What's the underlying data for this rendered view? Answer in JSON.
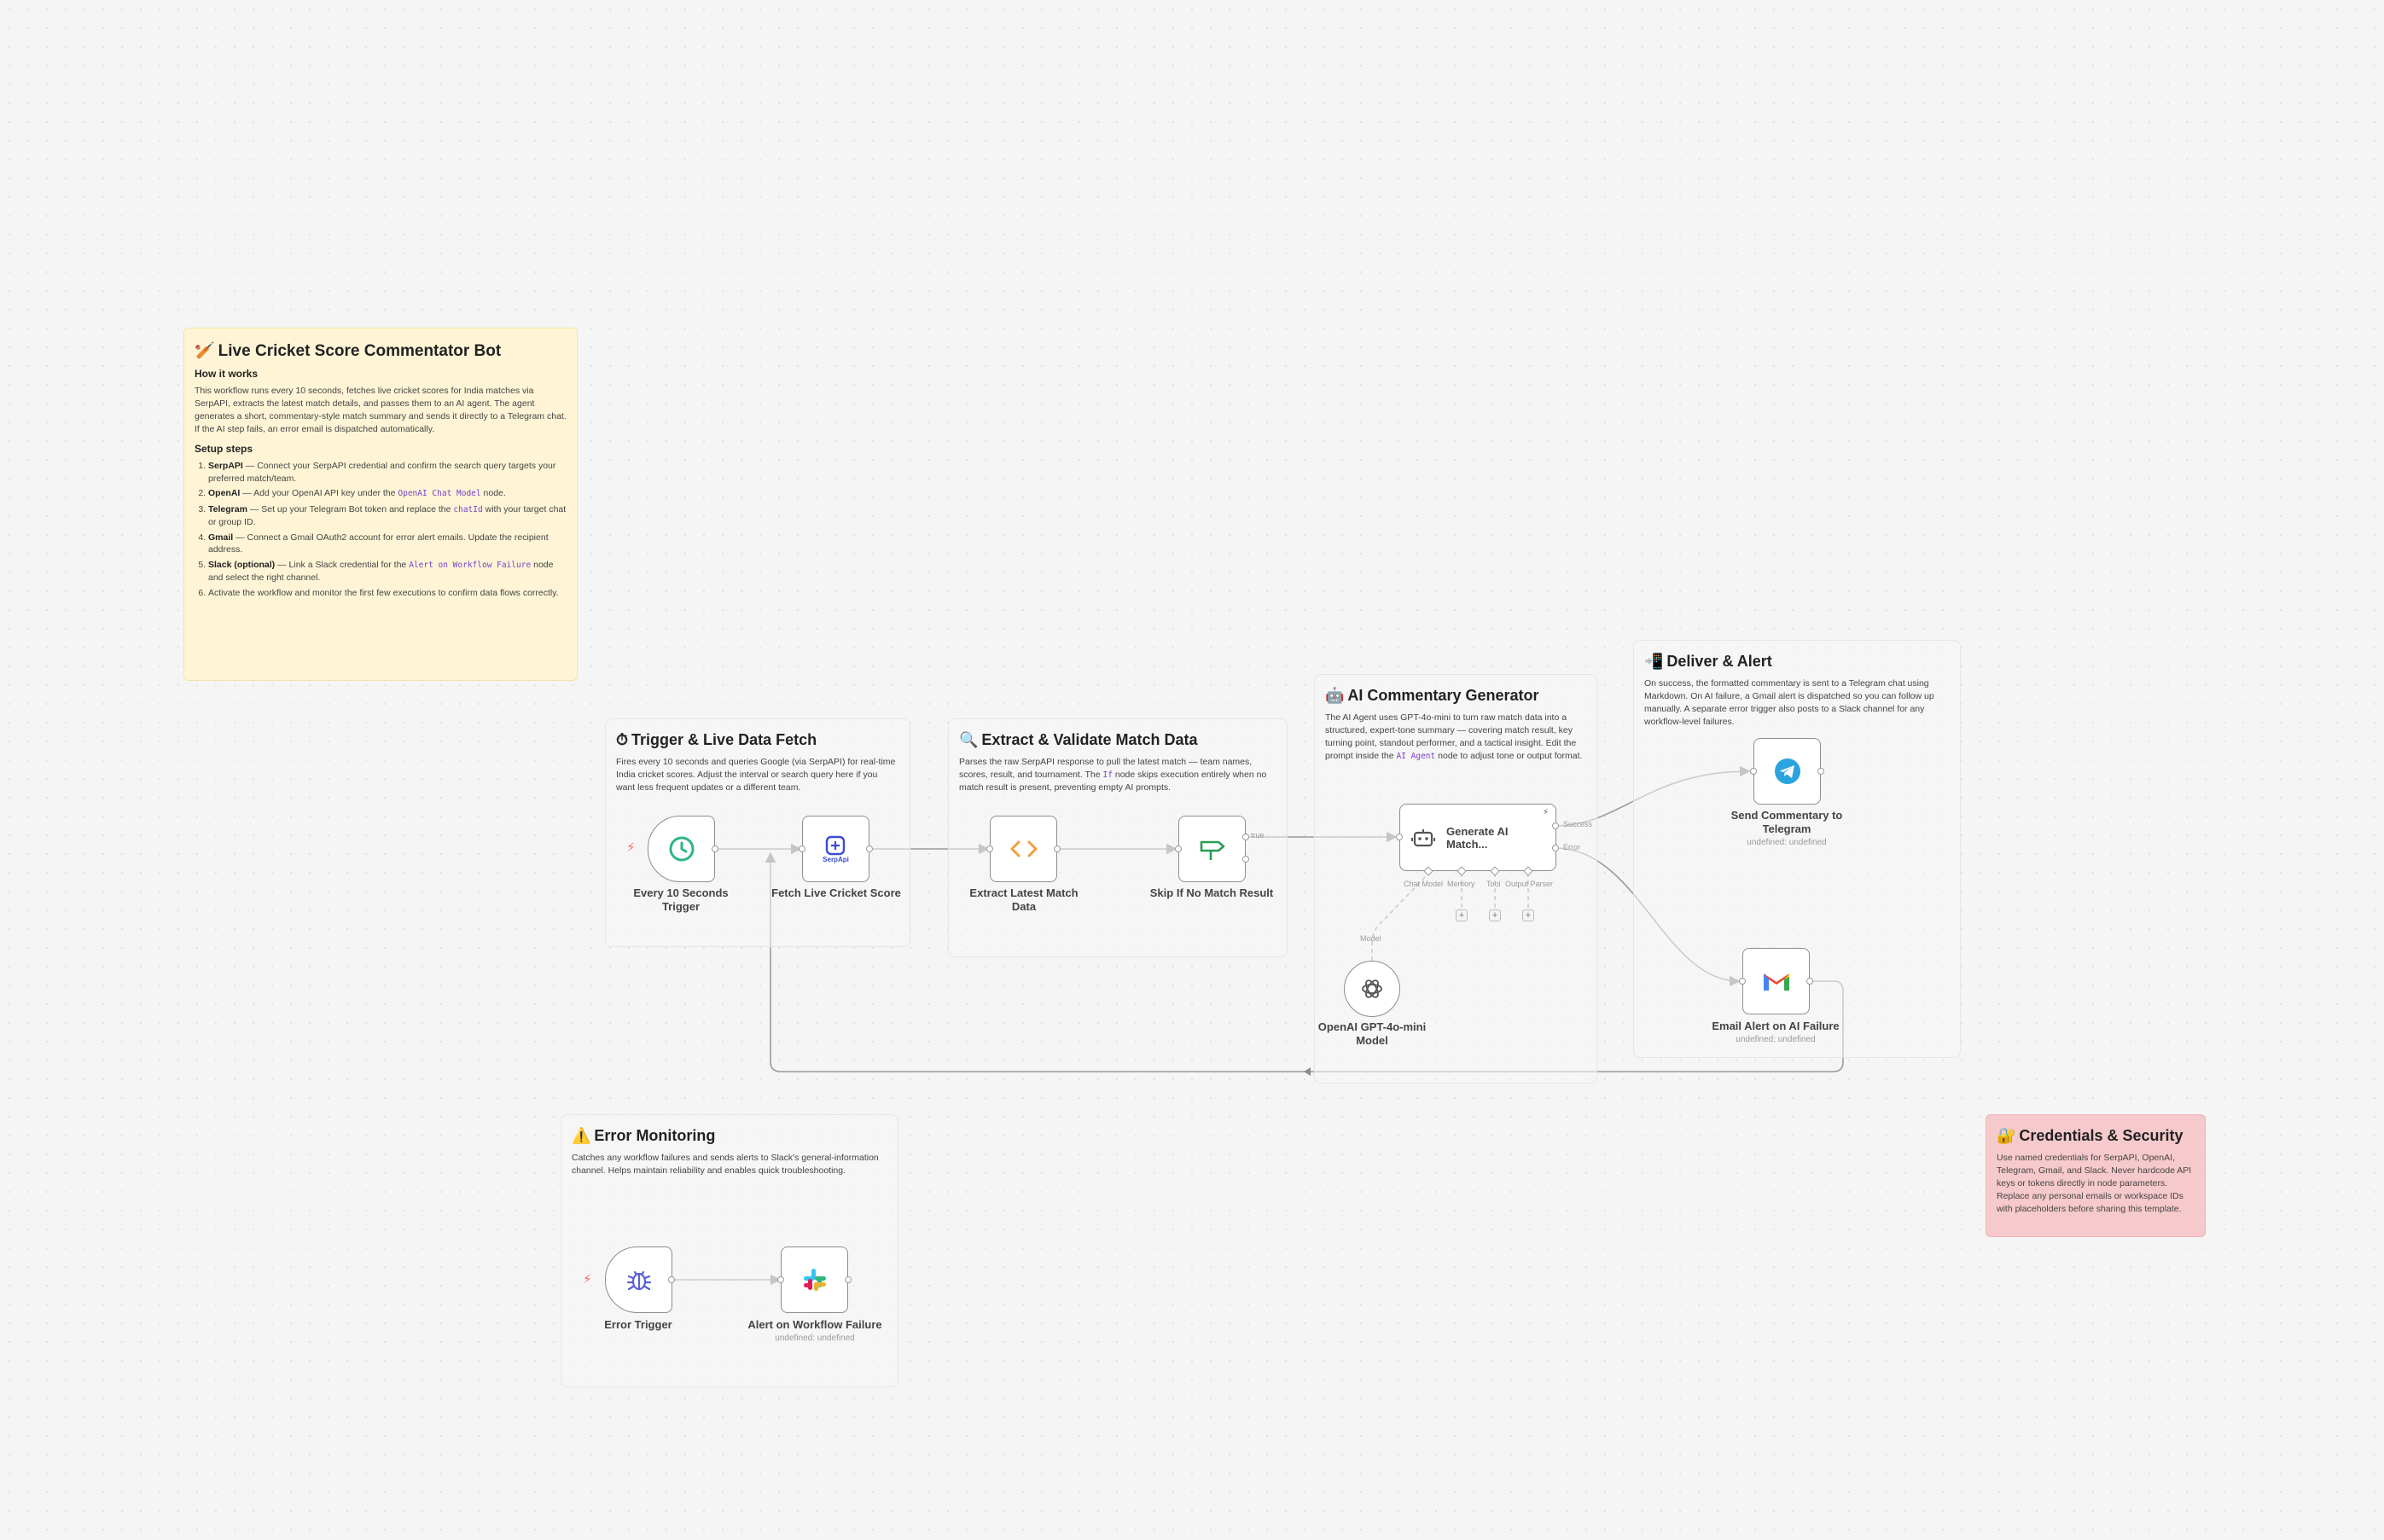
{
  "main_note": {
    "title": "Live Cricket Score Commentator Bot",
    "how_title": "How it works",
    "how_text": "This workflow runs every 10 seconds, fetches live cricket scores for India matches via SerpAPI, extracts the latest match details, and passes them to an AI agent. The agent generates a short, commentary-style match summary and sends it directly to a Telegram chat. If the AI step fails, an error email is dispatched automatically.",
    "setup_title": "Setup steps",
    "steps": [
      {
        "bold": "SerpAPI",
        "text": " — Connect your SerpAPI credential and confirm the search query targets your preferred match/team.",
        "code": "",
        "after": ""
      },
      {
        "bold": "OpenAI",
        "text": " — Add your OpenAI API key under the ",
        "code": "OpenAI Chat Model",
        "after": " node."
      },
      {
        "bold": "Telegram",
        "text": " — Set up your Telegram Bot token and replace the ",
        "code": "chatId",
        "after": " with your target chat or group ID."
      },
      {
        "bold": "Gmail",
        "text": " — Connect a Gmail OAuth2 account for error alert emails. Update the recipient address.",
        "code": "",
        "after": ""
      },
      {
        "bold": "Slack (optional)",
        "text": " — Link a Slack credential for the ",
        "code": "Alert on Workflow Failure",
        "after": " node and select the right channel."
      },
      {
        "bold": "",
        "text": "Activate the workflow and monitor the first few executions to confirm data flows correctly.",
        "code": "",
        "after": ""
      }
    ]
  },
  "sections": {
    "trigger": {
      "title": "Trigger & Live Data Fetch",
      "text": "Fires every 10 seconds and queries Google (via SerpAPI) for real-time India cricket scores. Adjust the interval or search query here if you want less frequent updates or a different team."
    },
    "extract": {
      "title": "Extract & Validate Match Data",
      "text_a": "Parses the raw SerpAPI response to pull the latest match — team names, scores, result, and tournament. The ",
      "code": "If",
      "text_b": " node skips execution entirely when no match result is present, preventing empty AI prompts."
    },
    "ai": {
      "title": "AI Commentary Generator",
      "text_a": "The AI Agent uses GPT-4o-mini to turn raw match data into a structured, expert-tone summary — covering match result, key turning point, standout performer, and a tactical insight. Edit the prompt inside the ",
      "code": "AI Agent",
      "text_b": " node to adjust tone or output format."
    },
    "deliver": {
      "title": "Deliver & Alert",
      "text": "On success, the formatted commentary is sent to a Telegram chat using Markdown. On AI failure, a Gmail alert is dispatched so you can follow up manually. A separate error trigger also posts to a Slack channel for any workflow-level failures."
    },
    "error": {
      "title": "Error Monitoring",
      "text": "Catches any workflow failures and sends alerts to Slack's general-information channel. Helps maintain reliability and enables quick troubleshooting."
    }
  },
  "cred_note": {
    "title": "Credentials & Security",
    "text": "Use named credentials for SerpAPI, OpenAI, Telegram, Gmail, and Slack. Never hardcode API keys or tokens directly in node parameters. Replace any personal emails or workspace IDs with placeholders before sharing this template."
  },
  "nodes": {
    "schedule": {
      "label": "Every 10 Seconds\nTrigger"
    },
    "serpapi": {
      "label": "Fetch Live Cricket Score",
      "icon_text": "SerpApi"
    },
    "extract": {
      "label": "Extract Latest Match\nData"
    },
    "if": {
      "label": "Skip If No Match Result",
      "true_label": "true"
    },
    "agent": {
      "label": "Generate AI\nMatch...",
      "success_label": "Success",
      "error_label": "Error",
      "chat_model_label": "Chat Model",
      "memory_label": "Memory",
      "tool_label": "Tool",
      "parser_label": "Output Parser"
    },
    "openai": {
      "label": "OpenAI GPT-4o-mini\nModel",
      "model_label": "Model"
    },
    "telegram": {
      "label": "Send Commentary to\nTelegram",
      "sub": "undefined: undefined"
    },
    "gmail": {
      "label": "Email Alert on AI Failure",
      "sub": "undefined: undefined"
    },
    "error_trigger": {
      "label": "Error Trigger"
    },
    "slack": {
      "label": "Alert on Workflow Failure",
      "sub": "undefined: undefined"
    }
  },
  "colors": {
    "sticky_main": "#fff5d6",
    "sticky_cred": "#f6c9cc",
    "trigger_bolt": "#ff6d5a",
    "code_text": "#7a3fc9"
  }
}
